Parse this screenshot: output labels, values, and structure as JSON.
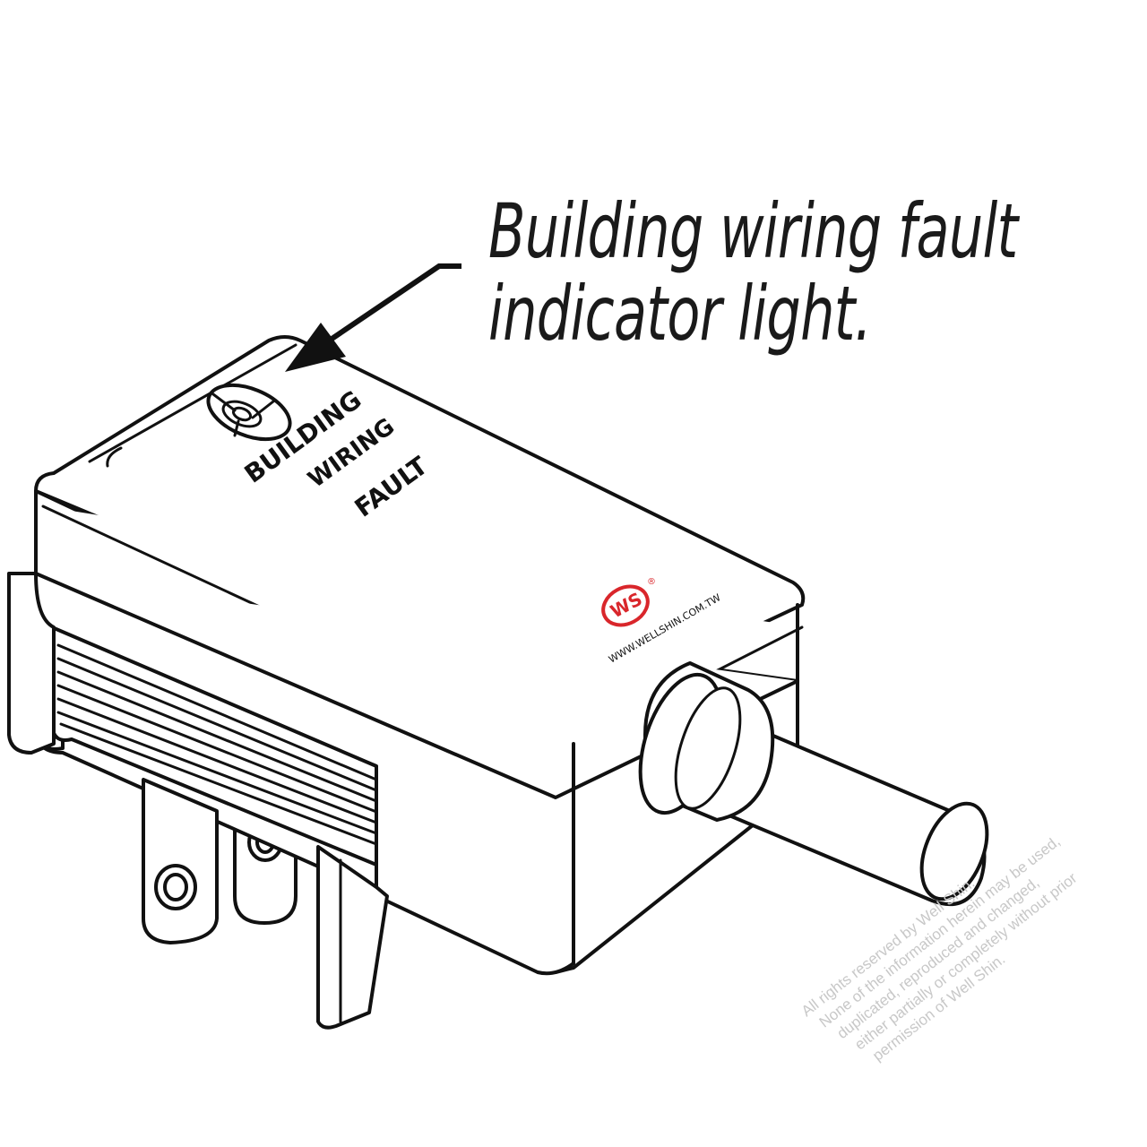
{
  "callout": {
    "line1": "Building wiring fault",
    "line2": "indicator light."
  },
  "device_label": {
    "line1": "BUILDING",
    "line2": "WIRING",
    "line3": "FAULT"
  },
  "brand": {
    "logo_text": "WS",
    "registered_mark": "®",
    "website": "WWW.WELLSHIN.COM.TW"
  },
  "watermark": {
    "lines": [
      "All rights reserved by Well Shin.",
      "None of the information herein may be used,",
      "duplicated, reproduced and changed,",
      "either partially or completely without prior",
      "permission of Well Shin."
    ]
  },
  "colors": {
    "line": "#111111",
    "logo_red": "#d9262b",
    "watermark": "#c8c8c8"
  }
}
